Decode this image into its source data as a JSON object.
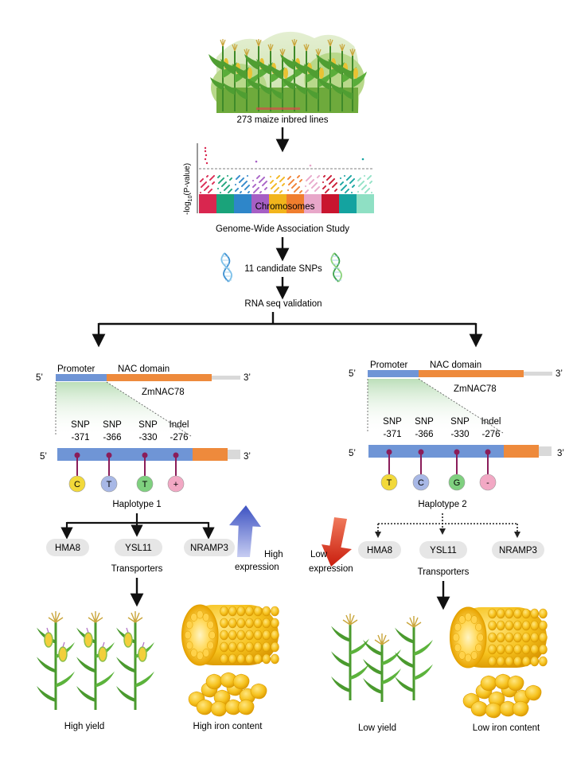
{
  "top": {
    "field_caption": "273 maize inbred lines",
    "manhattan_ylabel_pre": "-log",
    "manhattan_ylabel_sub": "10",
    "manhattan_ylabel_post": "(P-value)",
    "manhattan_xlabel": "Chromosomes",
    "gwas_caption": "Genome-Wide Association Study",
    "snp_caption": "11 candidate SNPs",
    "rnaseq_caption": "RNA seq validation"
  },
  "gene": {
    "five_prime": "5’",
    "three_prime": "3’",
    "promoter": "Promoter",
    "nac_domain": "NAC domain",
    "name": "ZmNAC78"
  },
  "variants": [
    {
      "type": "SNP",
      "pos": "-371"
    },
    {
      "type": "SNP",
      "pos": "-366"
    },
    {
      "type": "SNP",
      "pos": "-330"
    },
    {
      "type": "Indel",
      "pos": "-276"
    }
  ],
  "haplotype1": {
    "label": "Haplotype 1",
    "alleles": [
      "C",
      "T",
      "T",
      "+"
    ],
    "allele_colors": [
      "#f2d93a",
      "#a8b8e6",
      "#7fd07f",
      "#f2a8c4"
    ],
    "transporters": [
      "HMA8",
      "YSL11",
      "NRAMP3"
    ],
    "transporters_caption": "Transporters",
    "expression_line1": "High",
    "expression_line2": "expression",
    "yield": "High yield",
    "iron": "High iron content"
  },
  "haplotype2": {
    "label": "Haplotype 2",
    "alleles": [
      "T",
      "C",
      "G",
      "-"
    ],
    "allele_colors": [
      "#f2d93a",
      "#a8b8e6",
      "#7fd07f",
      "#f2a8c4"
    ],
    "transporters": [
      "HMA8",
      "YSL11",
      "NRAMP3"
    ],
    "transporters_caption": "Transporters",
    "expression_line1": "Low",
    "expression_line2": "expression",
    "yield": "Low yield",
    "iron": "Low iron content"
  },
  "colors": {
    "promoter": "#6f95d6",
    "nac": "#ee8a3c",
    "grey_line": "#d9d9d9",
    "lollipop": "#8a1d5a",
    "up_arrow": "#4a5fc9",
    "down_arrow": "#d8321c"
  }
}
